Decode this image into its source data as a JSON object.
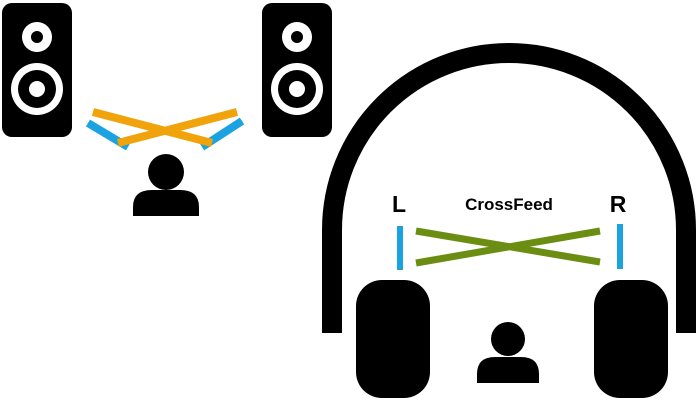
{
  "labels": {
    "left": "L",
    "right": "R",
    "crossfeed": "CrossFeed"
  },
  "colors": {
    "ink": "#000000",
    "background": "#ffffff",
    "direct_path": "#1aa3e0",
    "speaker_cross_path": "#f0a30a",
    "headphone_cross_path": "#6b8e12"
  }
}
